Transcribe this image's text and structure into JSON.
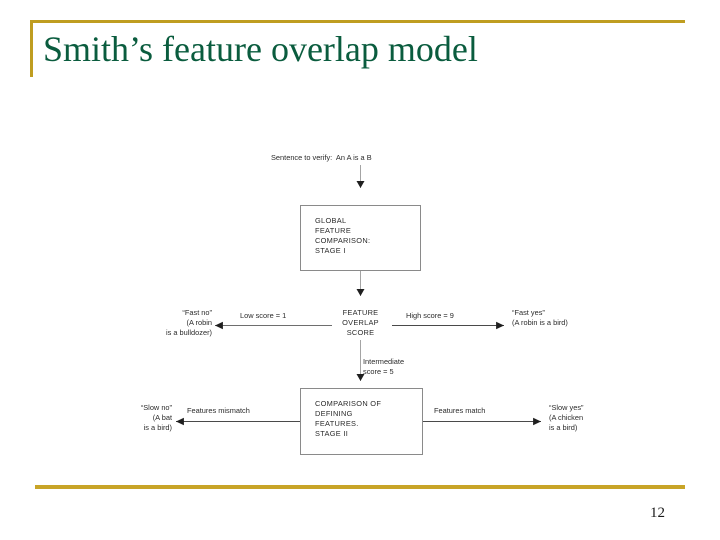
{
  "slide": {
    "title": "Smith’s feature overlap model",
    "page_number": "12",
    "accent_color": "#bf9d20",
    "title_color": "#0a5c3e",
    "background_color": "#ffffff"
  },
  "diagram": {
    "title": "Smith's feature overlap model flowchart",
    "input_label": "Sentence to verify:  An A is a B",
    "stage1": {
      "box_label": "GLOBAL\nFEATURE\nCOMPARISON:\nSTAGE I"
    },
    "score_node": {
      "label": "FEATURE\nOVERLAP\nSCORE"
    },
    "branches": {
      "low": {
        "condition": "Low score = 1",
        "outcome": "“Fast no”\n(A robin\nis a bulldozer)"
      },
      "high": {
        "condition": "High score = 9",
        "outcome": "“Fast yes”\n(A robin is a bird)"
      },
      "intermediate": {
        "condition": "Intermediate\nscore = 5"
      },
      "mismatch": {
        "condition": "Features mismatch",
        "outcome": "“Slow no”\n(A bat\nis a bird)"
      },
      "match": {
        "condition": "Features match",
        "outcome": "“Slow yes”\n(A chicken\nis a bird)"
      }
    },
    "stage2": {
      "box_label": "COMPARISON OF\nDEFINING\nFEATURES.\nSTAGE II"
    }
  }
}
